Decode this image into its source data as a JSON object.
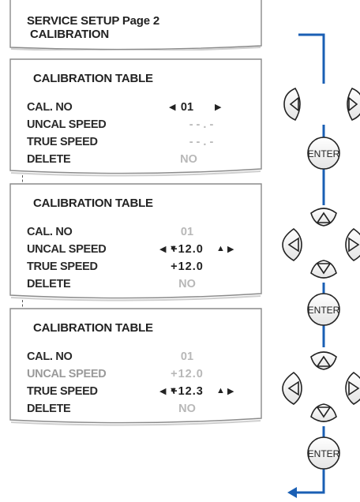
{
  "header": {
    "line1": "SERVICE SETUP Page 2",
    "line2": "CALIBRATION"
  },
  "tables": [
    {
      "title": "CALIBRATION TABLE",
      "rows": [
        {
          "label": "CAL. NO",
          "value": "01"
        },
        {
          "label": "UNCAL SPEED",
          "value": "- - . -"
        },
        {
          "label": "TRUE SPEED",
          "value": "- - . -"
        },
        {
          "label": "DELETE",
          "value": "NO"
        }
      ]
    },
    {
      "title": "CALIBRATION TABLE",
      "rows": [
        {
          "label": "CAL. NO",
          "value": "01"
        },
        {
          "label": "UNCAL SPEED",
          "value": "+12.0"
        },
        {
          "label": "TRUE SPEED",
          "value": "+12.0"
        },
        {
          "label": "DELETE",
          "value": "NO"
        }
      ]
    },
    {
      "title": "CALIBRATION TABLE",
      "rows": [
        {
          "label": "CAL. NO",
          "value": "01"
        },
        {
          "label": "UNCAL SPEED",
          "value": "+12.0"
        },
        {
          "label": "TRUE SPEED",
          "value": "+12.3"
        },
        {
          "label": "DELETE",
          "value": "NO"
        }
      ]
    }
  ],
  "keys": {
    "enter": "ENTER"
  },
  "colors": {
    "flow_line": "#1a5fb4",
    "text_dark": "#222222",
    "text_grey": "#a0a0a0"
  }
}
